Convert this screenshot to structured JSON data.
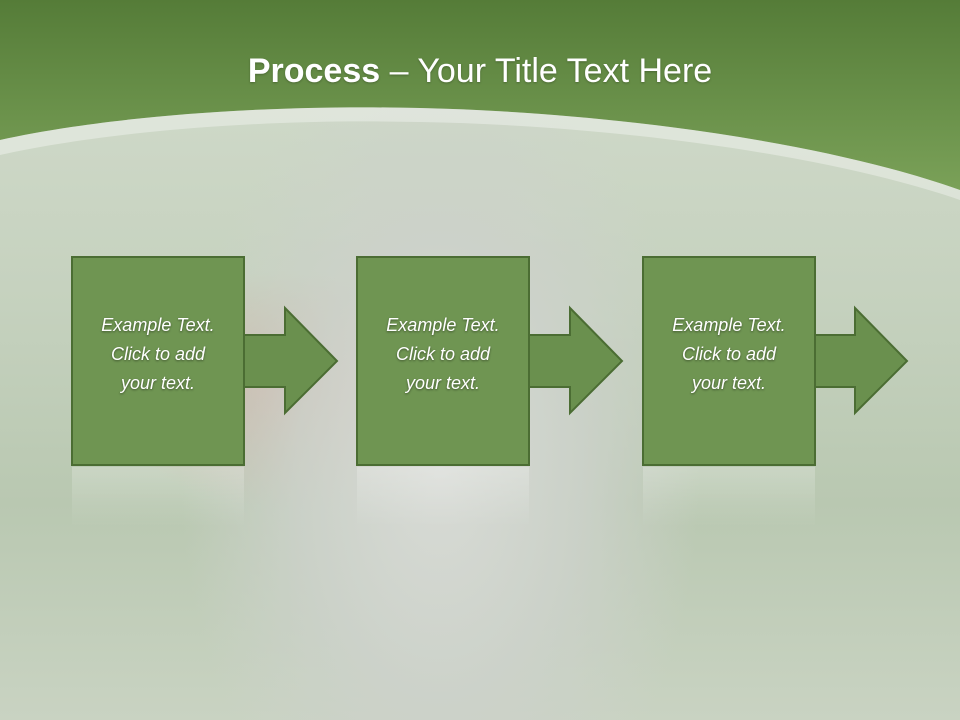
{
  "title": {
    "bold": "Process",
    "rest": " – Your Title Text Here"
  },
  "steps": [
    {
      "line1": "Example Text.",
      "line2": "Click  to add",
      "line3": "your text."
    },
    {
      "line1": "Example Text.",
      "line2": "Click  to add",
      "line3": "your text."
    },
    {
      "line1": "Example Text.",
      "line2": "Click  to add",
      "line3": "your text."
    }
  ],
  "colors": {
    "header_dark": "#4f7a36",
    "header_light": "#7ea65a",
    "box_fill": "#6f9552",
    "box_border": "#4b6d33",
    "arrow_fill": "#6a904e",
    "text": "#ffffff"
  }
}
